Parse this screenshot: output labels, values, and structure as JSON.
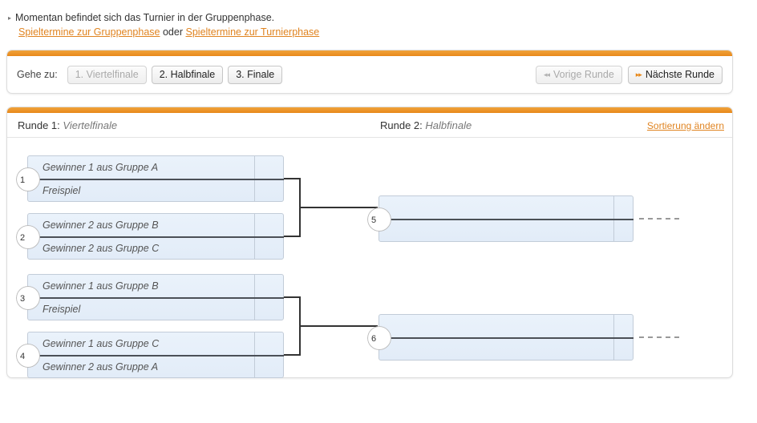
{
  "notice": {
    "bullet": "▸",
    "text": "Momentan befindet sich das Turnier in der Gruppenphase.",
    "link_group": "Spieltermine zur Gruppenphase",
    "separator": "oder",
    "link_tournament": "Spieltermine zur Turnierphase"
  },
  "nav": {
    "goto_label": "Gehe zu:",
    "round_buttons": [
      {
        "label": "1. Viertelfinale",
        "disabled": true
      },
      {
        "label": "2. Halbfinale",
        "disabled": false
      },
      {
        "label": "3. Finale",
        "disabled": false
      }
    ],
    "prev": {
      "label": "Vorige Runde",
      "arrows": "◂◂",
      "disabled": true
    },
    "next": {
      "label": "Nächste Runde",
      "arrows": "▸▸",
      "disabled": false
    }
  },
  "bracket": {
    "rounds": [
      {
        "prefix": "Runde 1:",
        "name": "Viertelfinale"
      },
      {
        "prefix": "Runde 2:",
        "name": "Halbfinale"
      }
    ],
    "sort_link": "Sortierung ändern",
    "matches_round1": [
      {
        "num": "1",
        "top": "Gewinner 1 aus Gruppe A",
        "bottom": "Freispiel"
      },
      {
        "num": "2",
        "top": "Gewinner 2 aus Gruppe B",
        "bottom": "Gewinner 2 aus Gruppe C"
      },
      {
        "num": "3",
        "top": "Gewinner 1 aus Gruppe B",
        "bottom": "Freispiel"
      },
      {
        "num": "4",
        "top": "Gewinner 1 aus Gruppe C",
        "bottom": "Gewinner 2 aus Gruppe A"
      }
    ],
    "matches_round2": [
      {
        "num": "5",
        "top": "",
        "bottom": ""
      },
      {
        "num": "6",
        "top": "",
        "bottom": ""
      }
    ]
  },
  "colors": {
    "accent": "#e8881a",
    "link": "#e08421",
    "match_fill": "#e6eff9",
    "match_border": "#c2ccd8",
    "connector": "#333333"
  }
}
